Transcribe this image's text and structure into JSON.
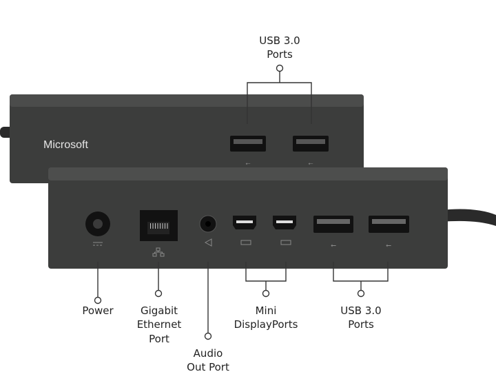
{
  "brand": "Microsoft",
  "colors": {
    "body": "#3c3d3c",
    "top_face": "#4a4b4a",
    "port": "#111111",
    "label": "#222222"
  },
  "callouts": {
    "usb_back": [
      "USB 3.0",
      "Ports"
    ],
    "power": [
      "Power"
    ],
    "ethernet": [
      "Gigabit",
      "Ethernet",
      "Port"
    ],
    "audio": [
      "Audio",
      "Out Port"
    ],
    "mini_dp": [
      "Mini",
      "DisplayPorts"
    ],
    "usb_front": [
      "USB 3.0",
      "Ports"
    ]
  },
  "icons": [
    "dc-power-icon",
    "network-icon",
    "speaker-icon",
    "display-icon",
    "usb-icon"
  ]
}
